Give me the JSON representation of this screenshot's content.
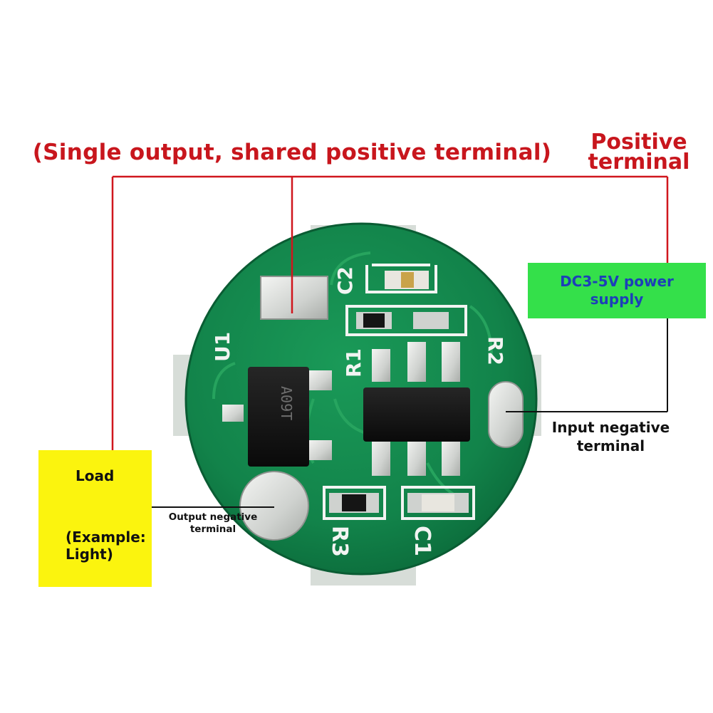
{
  "title": "(Single output, shared positive terminal)",
  "positive_terminal": {
    "line1": "Positive",
    "line2": "terminal"
  },
  "power_supply": {
    "line1": "DC3-5V power",
    "line2": "supply"
  },
  "load": {
    "line1": "Load",
    "line2": "(Example:",
    "line3": "Light)"
  },
  "input_negative": {
    "line1": "Input negative",
    "line2": "terminal"
  },
  "output_negative": {
    "line1": "Output negative",
    "line2": "terminal"
  },
  "silkscreen": {
    "u1": "U1",
    "c2": "C2",
    "r1": "R1",
    "r2": "R2",
    "r3": "R3",
    "c1": "C1",
    "chip_mark": "A09T"
  },
  "colors": {
    "accent_red": "#c8161d",
    "pcb_green": "#138a4d",
    "supply_green": "#34e04a",
    "load_yellow": "#fbf40e",
    "supply_text_blue": "#1d3fb8"
  }
}
